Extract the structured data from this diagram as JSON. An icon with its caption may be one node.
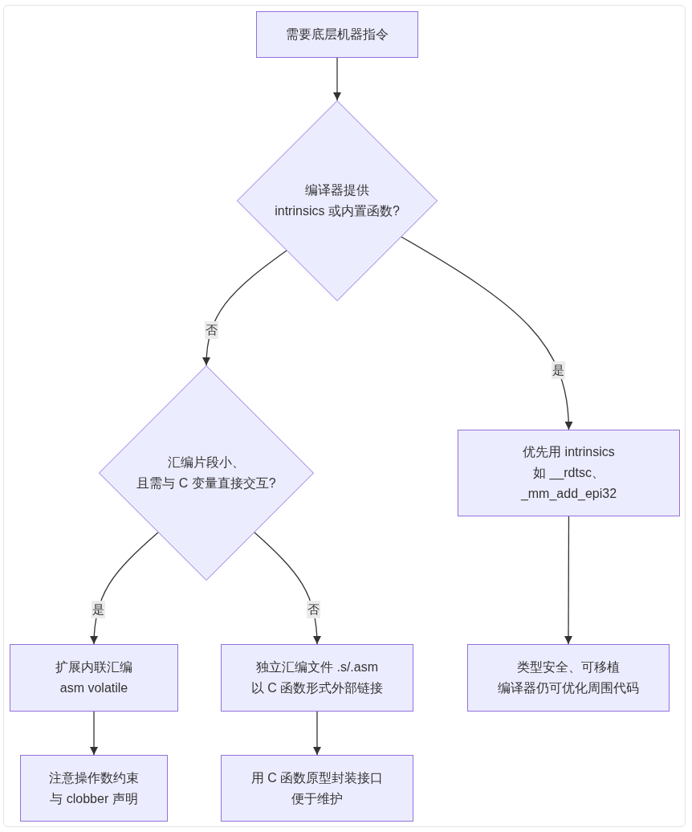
{
  "diagram": {
    "nodes": [
      {
        "text": [
          "需要底层机器指令"
        ]
      },
      {
        "text": [
          "编译器提供 intrinsics 或内置函数?"
        ]
      },
      {
        "text": [
          "汇编片段小、且需与 C 变量直接交互?"
        ]
      },
      {
        "text": [
          "优先用 intrinsics 如 __rdtsc、 _mm_add_epi32"
        ]
      },
      {
        "text": [
          "扩展内联汇编 asm volatile"
        ]
      },
      {
        "text": [
          "独立汇编文件 .s/.asm 以 C 函数形式外部链接"
        ]
      },
      {
        "text": [
          "类型安全、可移植编译器仍可优化周围代码"
        ]
      },
      {
        "text": [
          "注意操作数约束与 clobber 声明"
        ]
      },
      {
        "text": [
          "用 C 函数原型封装接口便于维护"
        ]
      }
    ],
    "edges": [
      {
        "from": 0,
        "to": 1,
        "arrow": "to"
      },
      {
        "from": 1,
        "to": 2,
        "arrow": "to",
        "label": "否"
      },
      {
        "from": 1,
        "to": 3,
        "arrow": "to",
        "label": "是"
      },
      {
        "from": 2,
        "to": 4,
        "arrow": "to",
        "label": "是"
      },
      {
        "from": 2,
        "to": 5,
        "arrow": "to",
        "label": "否"
      },
      {
        "from": 3,
        "to": 6,
        "arrow": "to"
      },
      {
        "from": 4,
        "to": 7,
        "arrow": "to"
      },
      {
        "from": 5,
        "to": 8,
        "arrow": "to"
      }
    ]
  }
}
